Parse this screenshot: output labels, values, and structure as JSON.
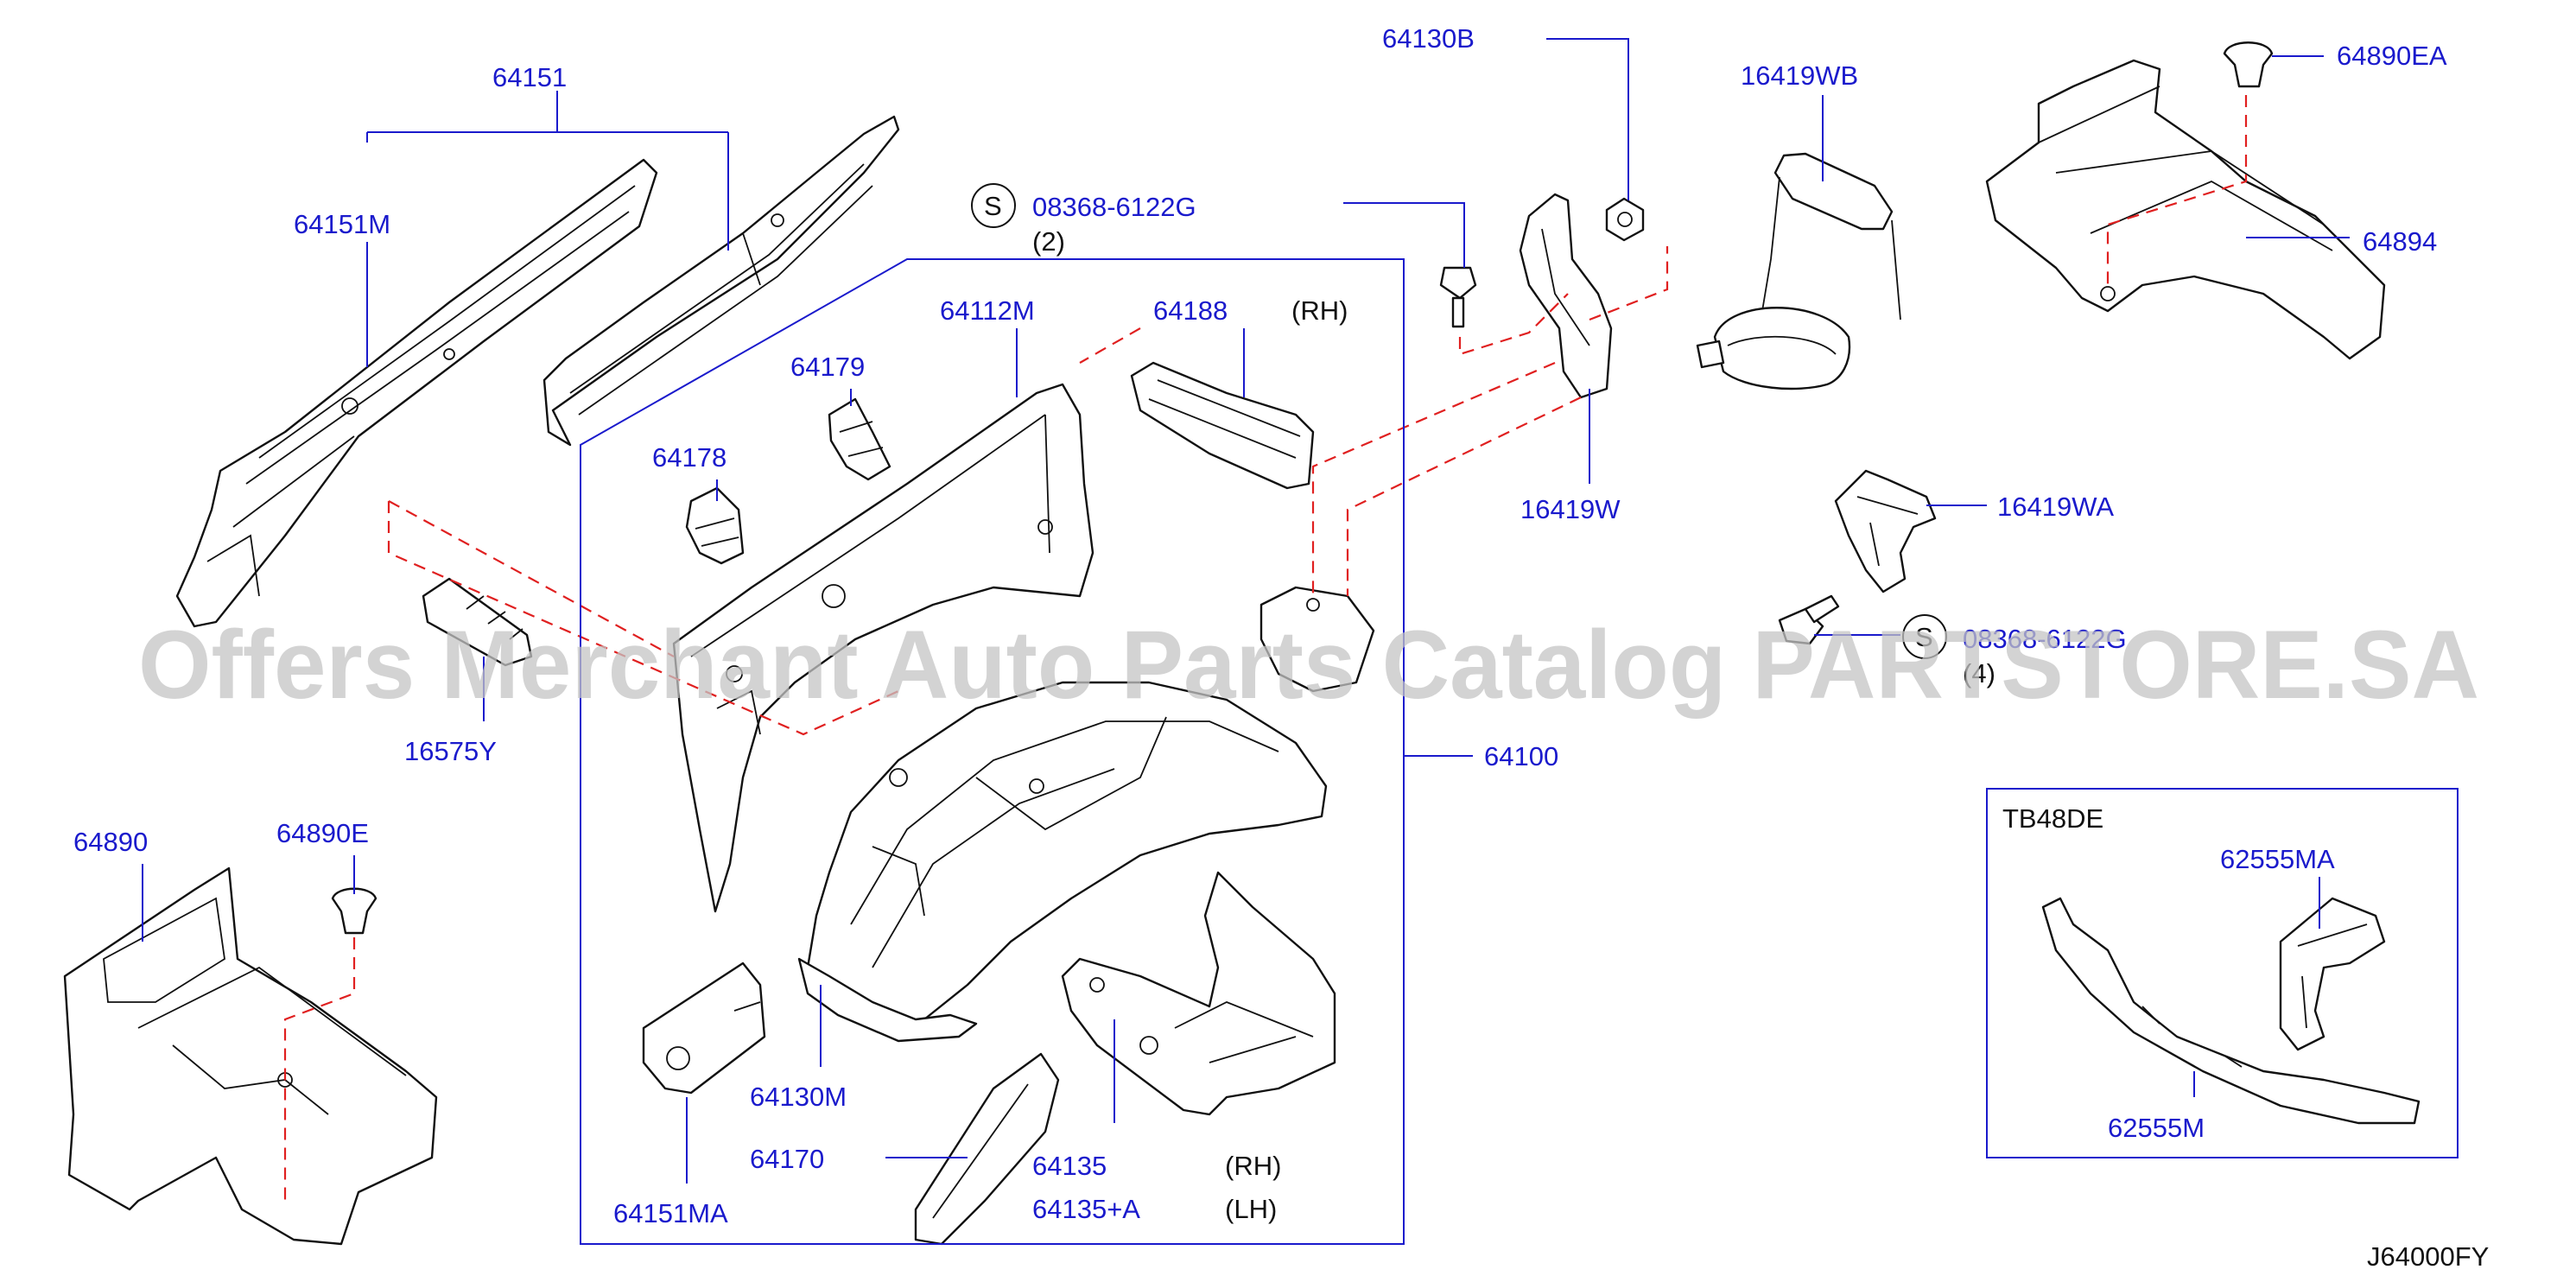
{
  "diagram_code": "J64000FY",
  "watermark": "Offers Merchant Auto Parts Catalog PARTSTORE.SA",
  "group_label": "64100",
  "inset_title": "TB48DE",
  "colors": {
    "leader": "#1a1acc",
    "hidden_line": "#e02020",
    "outline": "#111111"
  },
  "parts": {
    "p64151": "64151",
    "p64151m": "64151M",
    "p16575y": "16575Y",
    "p64890": "64890",
    "p64890e": "64890E",
    "p64178": "64178",
    "p64179": "64179",
    "p64112m": "64112M",
    "p64188": "64188",
    "p64188_side": "(RH)",
    "p08368": "08368-6122G",
    "p08368_qty": "(2)",
    "p08368_symbol": "S",
    "p64130b": "64130B",
    "p16419w": "16419W",
    "p16419wb": "16419WB",
    "p64890ea": "64890EA",
    "p64894": "64894",
    "p16419wa": "16419WA",
    "p08368b": "08368-6122G",
    "p08368b_qty": "(4)",
    "p08368b_symbol": "S",
    "p64130m": "64130M",
    "p64151ma": "64151MA",
    "p64170": "64170",
    "p64135": "64135",
    "p64135_rh": "(RH)",
    "p64135a": "64135+A",
    "p64135a_lh": "(LH)",
    "p62555ma": "62555MA",
    "p62555m": "62555M"
  }
}
